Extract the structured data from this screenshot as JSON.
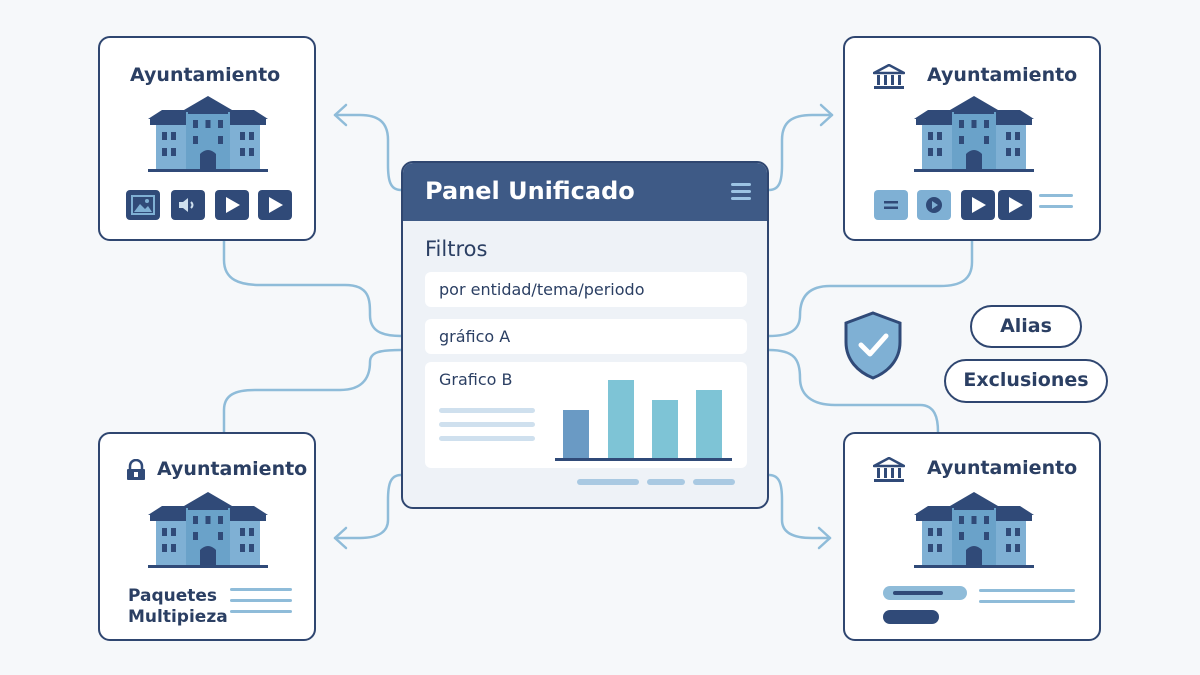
{
  "panel": {
    "title": "Panel Unificado",
    "filters_heading": "Filtros",
    "filter_value": "por entidad/tema/periodo",
    "chart_a_label": "gráfico  A",
    "chart_b_label": "Grafico  B"
  },
  "cards": [
    {
      "title": "Ayuntamiento"
    },
    {
      "title": "Ayuntamiento"
    },
    {
      "title": "Ayuntamiento",
      "footer_label_1": "Paquetes",
      "footer_label_2": "Multipieza"
    },
    {
      "title": "Ayuntamiento"
    }
  ],
  "tags": {
    "alias": "Alias",
    "exclusions": "Exclusiones"
  },
  "colors": {
    "navy": "#2f4670",
    "header": "#3e5a86",
    "accent_light": "#7fb0d4",
    "connector": "#8fbcd9",
    "background": "#f6f8fa"
  },
  "icons": [
    "building-icon",
    "image-icon",
    "audio-icon",
    "play-icon",
    "menu-icon",
    "shield-check-icon",
    "lock-icon",
    "bank-icon"
  ]
}
